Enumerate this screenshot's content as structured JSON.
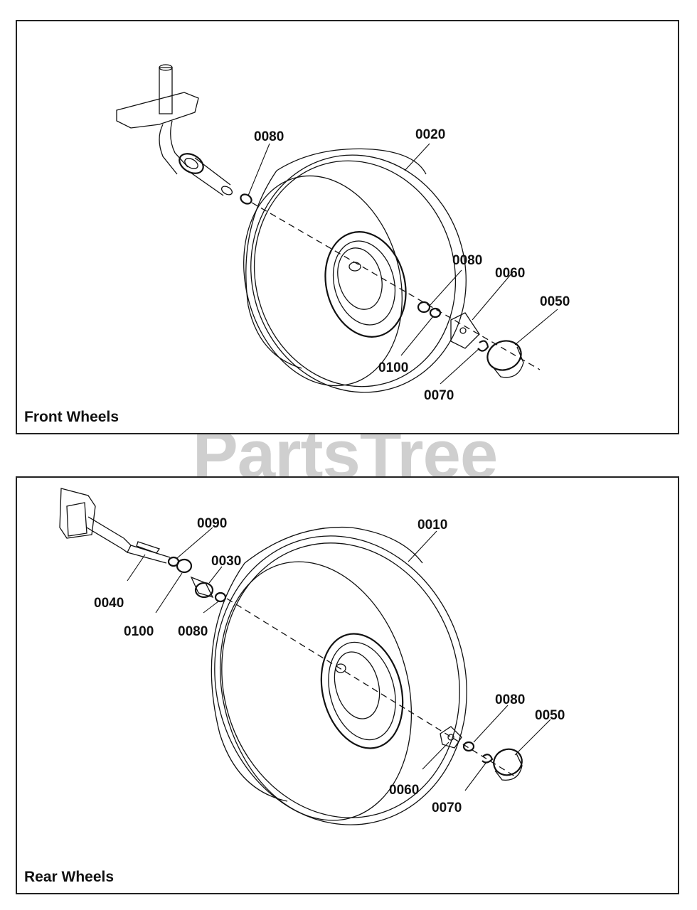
{
  "watermark": {
    "text": "PartsTree",
    "mark": "™"
  },
  "front": {
    "caption": "Front Wheels",
    "callouts": [
      "0080",
      "0020",
      "0080",
      "0060",
      "0050",
      "0100",
      "0070"
    ]
  },
  "rear": {
    "caption": "Rear Wheels",
    "callouts": [
      "0090",
      "0010",
      "0030",
      "0040",
      "0100",
      "0080",
      "0080",
      "0050",
      "0060",
      "0070"
    ]
  }
}
